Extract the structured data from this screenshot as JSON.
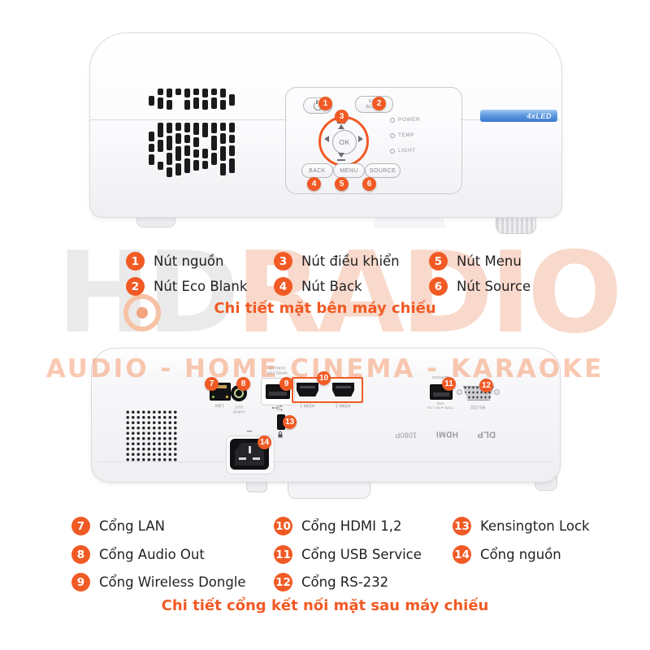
{
  "device": {
    "led_badge": "4xLED",
    "panel": {
      "eco_line1": "ECO",
      "eco_line2": "BLANK",
      "ok": "OK",
      "back": "BACK",
      "menu": "MENU",
      "source": "SOURCE",
      "indicators": {
        "power": "POWER",
        "temp": "TEMP",
        "light": "LIGHT"
      }
    },
    "rear": {
      "lan": "LAN",
      "audio_line1": "AUDIO",
      "audio_line2": "OUT",
      "wireless_line1": "WIRELESS",
      "wireless_line2": "DONGLE",
      "hdmi1": "HDMI 1",
      "hdmi2": "HDMI 2",
      "service": "SERVICE",
      "usb_spec": "TYPE-A 5V 1.5A",
      "usb": "USB",
      "rs232": "RS-232",
      "logo_dlp": "DLP",
      "logo_hdmi": "HDMI",
      "logo_1080p": "1080P",
      "power_symbol": "~"
    }
  },
  "watermark": {
    "hd": "HD",
    "radio": "RADIO",
    "tagline": "AUDIO - HOME CINEMA - KARAOKE"
  },
  "legend_top": {
    "caption": "Chi tiết mặt bên máy chiếu",
    "items": [
      {
        "num": "1",
        "label": "Nút nguồn"
      },
      {
        "num": "2",
        "label": "Nút Eco Blank"
      },
      {
        "num": "3",
        "label": "Nút điều khiển"
      },
      {
        "num": "4",
        "label": "Nút Back"
      },
      {
        "num": "5",
        "label": "Nút Menu"
      },
      {
        "num": "6",
        "label": "Nút Source"
      }
    ]
  },
  "legend_rear": {
    "caption": "Chi tiết cổng kết nối mặt sau máy chiếu",
    "items": [
      {
        "num": "7",
        "label": "Cổng LAN"
      },
      {
        "num": "8",
        "label": "Cổng Audio Out"
      },
      {
        "num": "9",
        "label": "Cổng Wireless Dongle"
      },
      {
        "num": "10",
        "label": "Cổng HDMI 1,2"
      },
      {
        "num": "11",
        "label": "Cổng USB Service"
      },
      {
        "num": "12",
        "label": "Cổng RS-232"
      },
      {
        "num": "13",
        "label": "Kensington Lock"
      },
      {
        "num": "14",
        "label": "Cổng nguồn"
      }
    ]
  },
  "colors": {
    "accent": "#F15A24",
    "led_strip": "#3C77CE"
  }
}
